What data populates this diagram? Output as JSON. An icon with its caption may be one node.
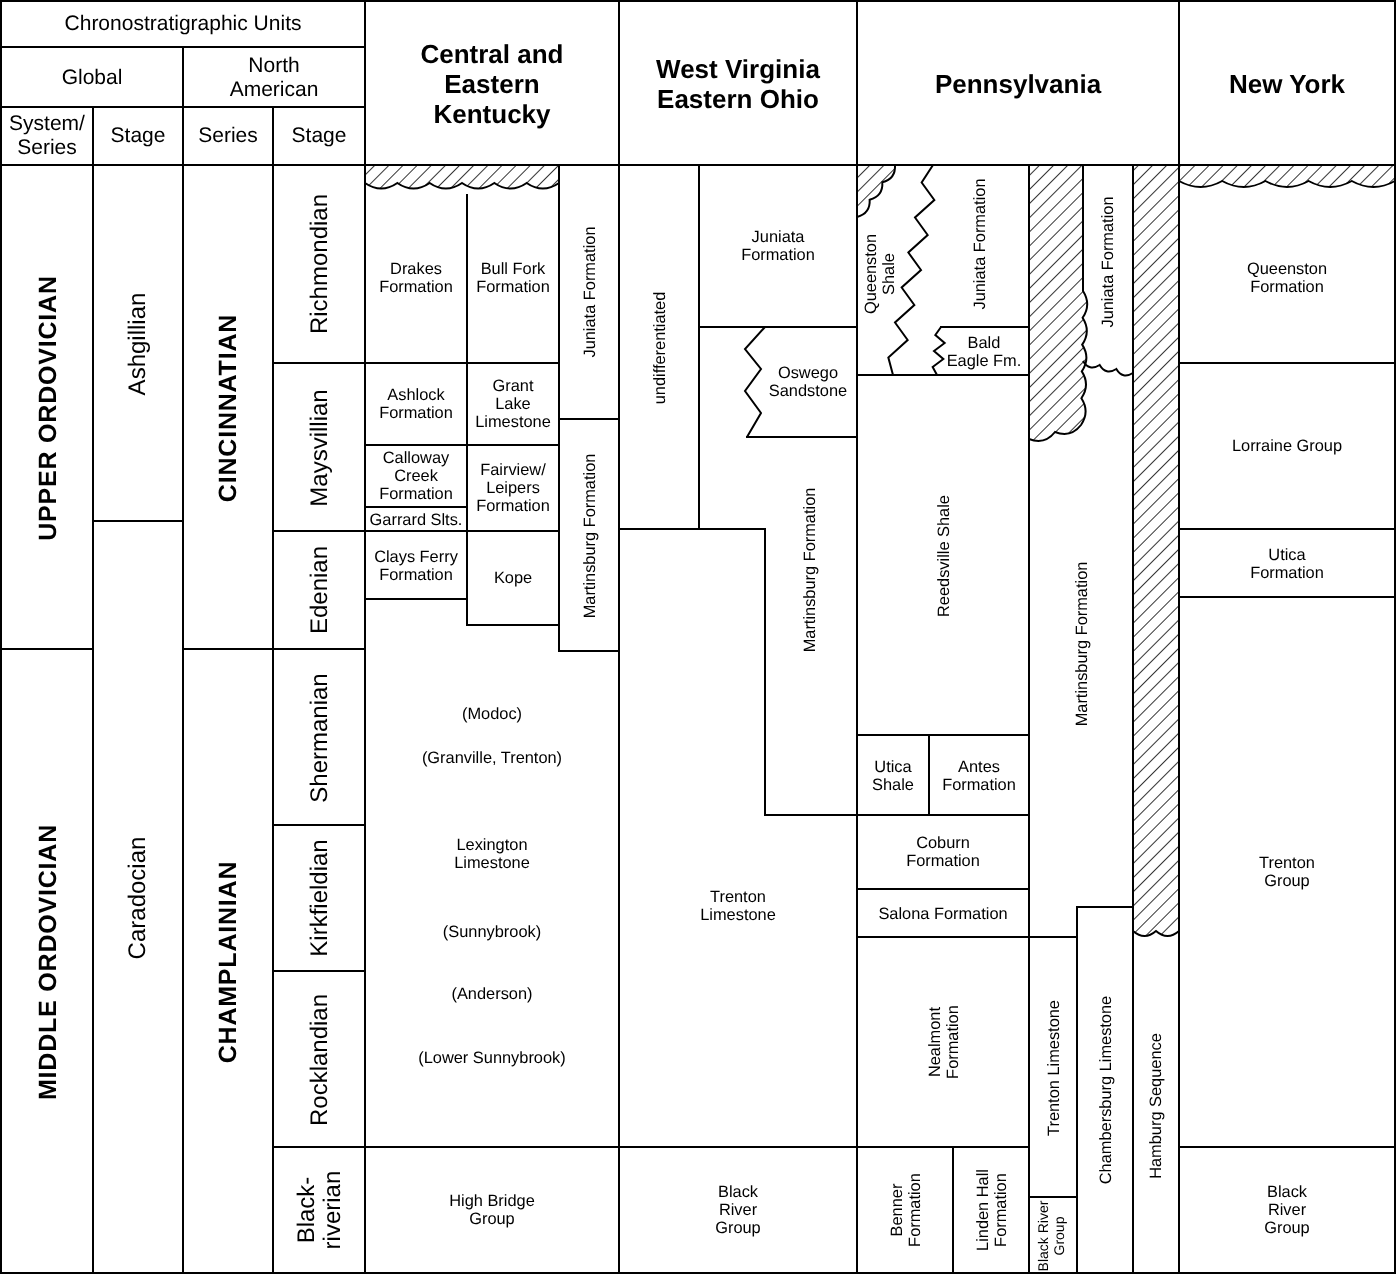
{
  "diagram": {
    "nodes": [
      {
        "text": [
          "Chronostratigraphic Units"
        ]
      },
      {
        "text": [
          "Global"
        ]
      },
      {
        "text": [
          "North American"
        ]
      },
      {
        "text": [
          "System/ Series"
        ]
      },
      {
        "text": [
          "Stage"
        ]
      },
      {
        "text": [
          "Series"
        ]
      },
      {
        "text": [
          "Stage"
        ]
      },
      {
        "text": [
          "Central and Eastern Kentucky"
        ]
      },
      {
        "text": [
          "West Virginia Eastern Ohio"
        ]
      },
      {
        "text": [
          "Pennsylvania"
        ]
      },
      {
        "text": [
          "New York"
        ]
      },
      {
        "text": [
          "UPPER ORDOVICIAN"
        ]
      },
      {
        "text": [
          "MIDDLE ORDOVICIAN"
        ]
      },
      {
        "text": [
          "Ashgillian"
        ]
      },
      {
        "text": [
          "Caradocian"
        ]
      },
      {
        "text": [
          "CINCINNATIAN"
        ]
      },
      {
        "text": [
          "CHAMPLAINIAN"
        ]
      },
      {
        "text": [
          "Richmondian"
        ]
      },
      {
        "text": [
          "Maysvillian"
        ]
      },
      {
        "text": [
          "Edenian"
        ]
      },
      {
        "text": [
          "Shermanian"
        ]
      },
      {
        "text": [
          "Kirkfieldian"
        ]
      },
      {
        "text": [
          "Rocklandian"
        ]
      },
      {
        "text": [
          "Black- riverian"
        ]
      },
      {
        "text": [],
        "shape": "box"
      },
      {
        "text": [
          "Drakes Formation"
        ]
      },
      {
        "text": [
          "Bull Fork Formation"
        ]
      },
      {
        "text": [
          "Juniata Formation"
        ]
      },
      {
        "text": [
          "Ashlock Formation"
        ]
      },
      {
        "text": [
          "Grant Lake Limestone"
        ]
      },
      {
        "text": [
          "Calloway Creek Formation"
        ]
      },
      {
        "text": [
          "Fairview/ Leipers Formation"
        ]
      },
      {
        "text": [
          "Martinsburg Formation"
        ]
      },
      {
        "text": [
          "Garrard Slts."
        ]
      },
      {
        "text": [
          "Clays Ferry Formation"
        ]
      },
      {
        "text": [
          "Kope"
        ]
      },
      {
        "text": [
          "(Modoc)",
          "(Granville, Trenton)",
          "Lexington Limestone",
          "(Sunnybrook)",
          "(Anderson)",
          "(Lower Sunnybrook)"
        ]
      },
      {
        "text": [
          "High Bridge Group"
        ]
      },
      {
        "text": [
          "undifferentiated"
        ]
      },
      {
        "text": [
          "Juniata Formation"
        ]
      },
      {
        "text": [
          "Oswego Sandstone"
        ]
      },
      {
        "text": [
          "Martinsburg Formation"
        ]
      },
      {
        "text": [
          "Trenton Limestone"
        ]
      },
      {
        "text": [
          "Black River Group"
        ]
      },
      {
        "text": [
          "Queenston Shale"
        ]
      },
      {
        "text": [
          "Juniata Formation"
        ]
      },
      {
        "text": [
          "Bald Eagle Fm."
        ]
      },
      {
        "text": [
          "Reedsville Shale"
        ]
      },
      {
        "text": [
          "Utica Shale"
        ]
      },
      {
        "text": [
          "Antes Formation"
        ]
      },
      {
        "text": [
          "Coburn Formation"
        ]
      },
      {
        "text": [
          "Salona Formation"
        ]
      },
      {
        "text": [
          "Nealmont Formation"
        ]
      },
      {
        "text": [
          "Benner Formation"
        ]
      },
      {
        "text": [
          "Linden Hall Formation"
        ]
      },
      {
        "text": [],
        "shape": "box"
      },
      {
        "text": [
          "Juniata Formation"
        ]
      },
      {
        "text": [],
        "shape": "box"
      },
      {
        "text": [
          "Martinsburg Formation"
        ]
      },
      {
        "text": [
          "Trenton Limestone"
        ]
      },
      {
        "text": [
          "Chambersburg Limestone"
        ]
      },
      {
        "text": [
          "Black River Group"
        ]
      },
      {
        "text": [
          "Hamburg Sequence"
        ]
      },
      {
        "text": [],
        "shape": "box"
      },
      {
        "text": [
          "Queenston Formation"
        ]
      },
      {
        "text": [
          "Lorraine Group"
        ]
      },
      {
        "text": [
          "Utica Formation"
        ]
      },
      {
        "text": [
          "Trenton Group"
        ]
      },
      {
        "text": [
          "Black River Group"
        ]
      }
    ]
  }
}
